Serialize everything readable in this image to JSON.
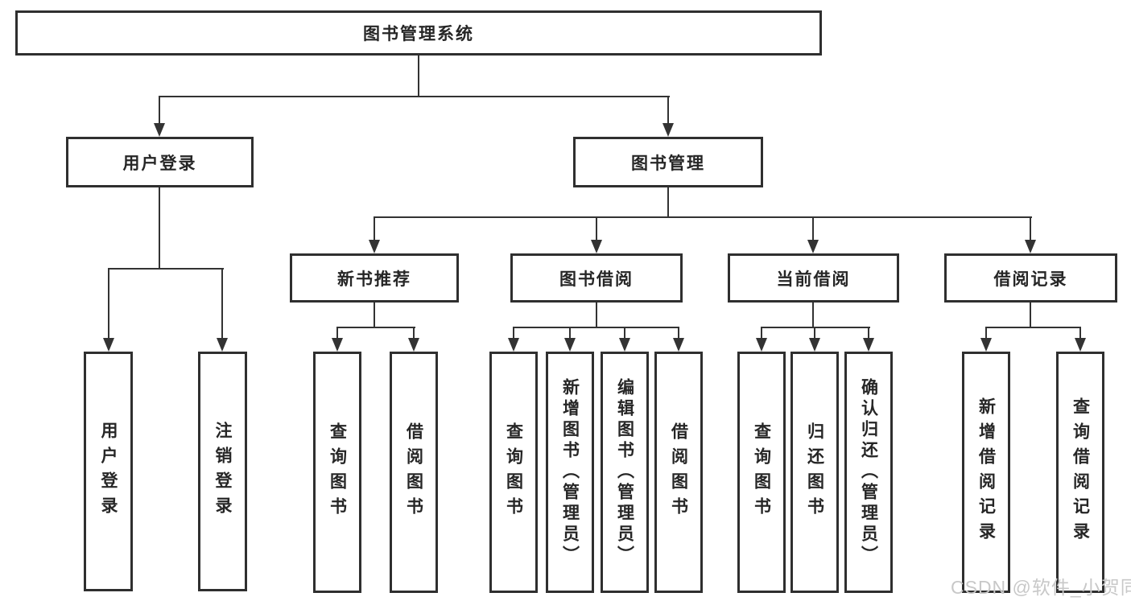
{
  "tree": {
    "root": "图书管理系统",
    "user_login": {
      "label": "用户登录",
      "leaves": [
        "用户登录",
        "注销登录"
      ]
    },
    "book_management": {
      "label": "图书管理",
      "groups": [
        {
          "label": "新书推荐",
          "leaves": [
            "查询图书",
            "借阅图书"
          ]
        },
        {
          "label": "图书借阅",
          "leaves": [
            "查询图书",
            "新增图书（管理员）",
            "编辑图书（管理员）",
            "借阅图书"
          ]
        },
        {
          "label": "当前借阅",
          "leaves": [
            "查询图书",
            "归还图书",
            "确认归还（管理员）"
          ]
        },
        {
          "label": "借阅记录",
          "leaves": [
            "新增借阅记录",
            "查询借阅记录"
          ]
        }
      ]
    }
  },
  "watermark": {
    "text": "CSDN @软件_小贺同学",
    "color": "#c8c8c8"
  },
  "colors": {
    "line": "#333333",
    "box_border": "#2f2f2f",
    "box_background": "#ffffff",
    "text": "#262626",
    "page_background": "#ffffff"
  }
}
